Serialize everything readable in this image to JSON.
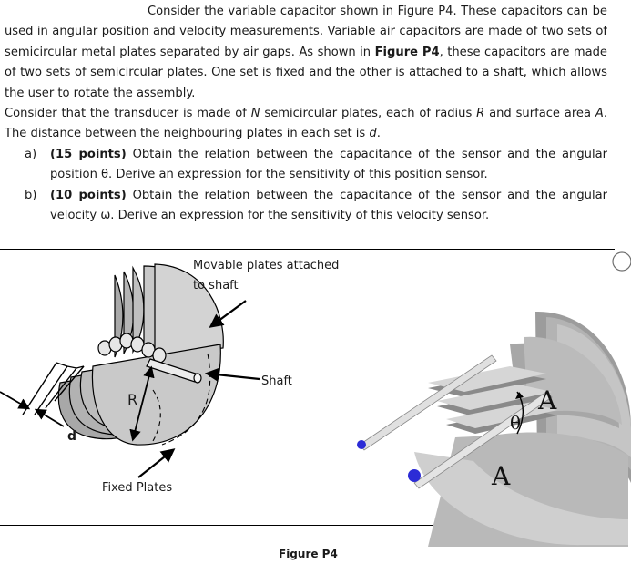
{
  "problem": {
    "p1": "Consider the variable capacitor shown in Figure P4. These capacitors can be used in angular position and velocity measurements. Variable air capacitors are made of two sets of semicircular metal plates separated by air gaps. As shown in",
    "p1_figref": "Figure P4",
    "p1_end": ", these capacitors are made of two sets of semicircular plates. One set is fixed and the other is attached to a shaft, which allows the user to rotate the assembly.",
    "p2_a": "Consider that the transducer is made of",
    "p2_N": "N",
    "p2_b": "semicircular plates, each of radius",
    "p2_R": "R",
    "p2_c": "and surface area",
    "p2_A": "A",
    "p2_d_text": ". The distance between the neighbouring plates in each set is",
    "p2_d": "d",
    "p2_end": ".",
    "items": [
      {
        "marker": "a)",
        "points": "(15 points)",
        "text": "Obtain the relation between the capacitance of the sensor and the angular position θ. Derive an expression for the sensitivity of this position sensor."
      },
      {
        "marker": "b)",
        "points": "(10 points)",
        "text": "Obtain the relation between the capacitance of the sensor and the angular velocity ω. Derive an expression for the sensitivity of this velocity sensor."
      }
    ]
  },
  "figure": {
    "label_movable_line1": "Movable plates attached",
    "label_movable_line2": "to shaft",
    "label_shaft": "Shaft",
    "label_fixed": "Fixed Plates",
    "label_R": "R",
    "label_d": "d",
    "label_theta": "θ",
    "label_A_top": "A",
    "label_A_bottom": "A",
    "caption": "Figure P4",
    "colors": {
      "plate_gray": "#b8b8b8",
      "plate_dark": "#8c8c8c",
      "plate_light": "#d9d9d9",
      "shaft_blue": "#2c2cd6"
    }
  }
}
